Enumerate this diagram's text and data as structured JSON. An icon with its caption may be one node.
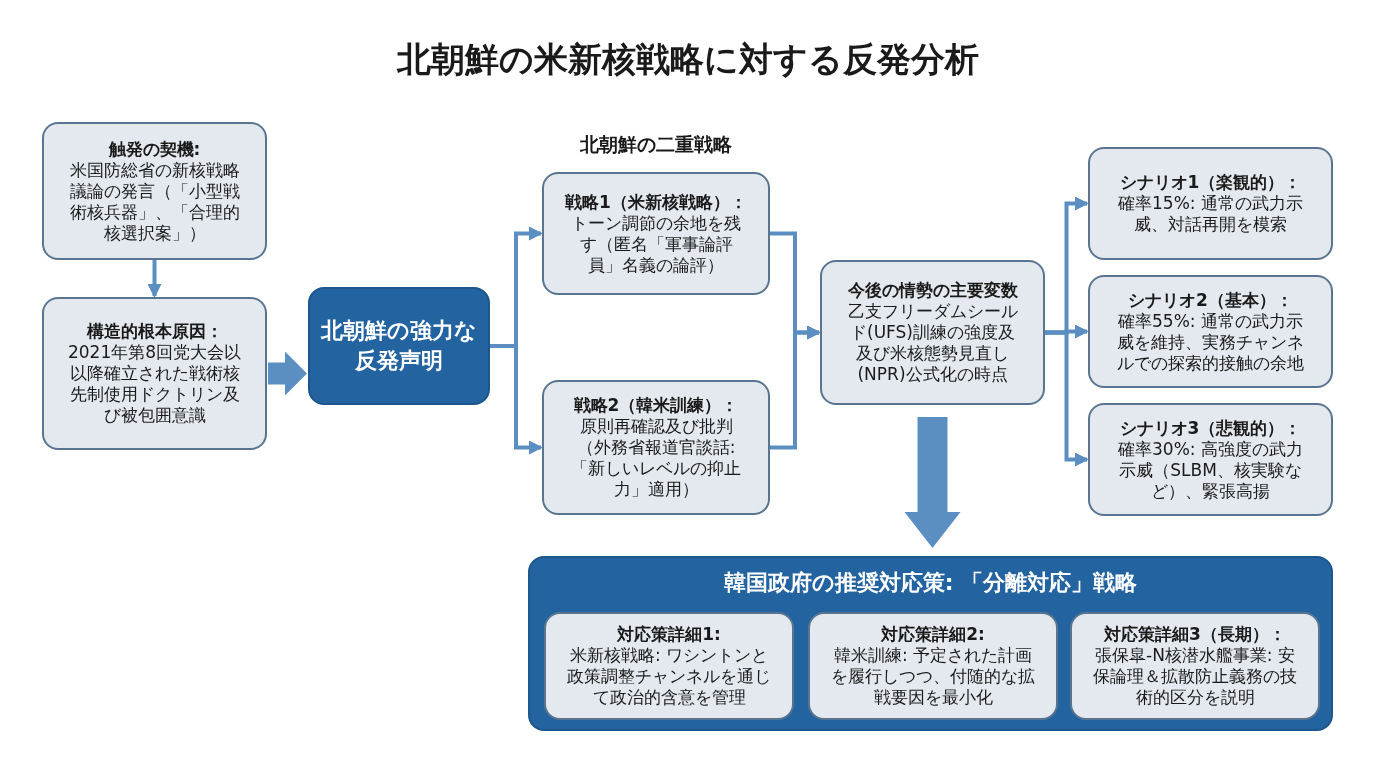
{
  "diagram": {
    "title": "北朝鮮の米新核戦略に対する反発分析",
    "nodes": [
      {
        "text": [
          "触発の契機:",
          "米国防総省の新核戦略議論の発言（「小型戦術核兵器」、「合理的核選択案」）"
        ]
      },
      {
        "text": [
          "構造的根本原因：",
          "2021年第8回党大会以以降確立された戦術核先制使用ドクトリン及び被包囲意識"
        ]
      },
      {
        "text": [
          "北朝鮮の強力な反発声明"
        ]
      },
      {
        "text": [
          "戦略1（米新核戦略）：",
          "トーン調節の余地を残す（匿名「軍事論評員」名義の論評）"
        ]
      },
      {
        "text": [
          "戦略2（韓米訓練）：",
          "原則再確認及び批判（外務省報道官談話:「新しいレベルの抑止力」適用）"
        ]
      },
      {
        "text": [
          "今後の情勢の主要変数",
          "乙支フリーダムシールド(UFS)訓練の強度及及び米核態勢見直し(NPR)公式化の時点"
        ]
      },
      {
        "text": [
          "シナリオ1（楽観的）：",
          "確率15%: 通常の武力示威、対話再開を模索"
        ]
      },
      {
        "text": [
          "シナリオ2（基本）：",
          "確率55%: 通常の武力示威を維持、実務チャンネルでの探索的接触の余地"
        ]
      },
      {
        "text": [
          "シナリオ3（悲観的）：",
          "確率30%: 高強度の武力示威（SLBM、核実験など）、緊張高揚"
        ]
      },
      {
        "text": [
          "韓国政府の推奨対応策: 「分離対応」戦略"
        ]
      },
      {
        "text": [
          "対応策詳細1:",
          "米新核戦略: ワシントンと政策調整チャンネルを通じて政治的含意を管理"
        ],
        "in": 9
      },
      {
        "text": [
          "対応策詳細2:",
          "韓米訓練: 予定された計画を履行しつつ、付随的な拡戦要因を最小化"
        ],
        "in": 9
      },
      {
        "text": [
          "対応策詳細3（長期）：",
          "張保皐-N核潜水艦事業: 安保論理＆拡散防止義務の技術的区分を説明"
        ],
        "in": 9
      }
    ],
    "edges": [
      {
        "from": 0,
        "to": 1,
        "arrow": "to"
      },
      {
        "from": 1,
        "to": 2,
        "arrow": "to",
        "style": "thick"
      },
      {
        "from": 2,
        "to": 3,
        "arrow": "to"
      },
      {
        "from": 2,
        "to": 4,
        "arrow": "to"
      },
      {
        "from": 3,
        "to": 5,
        "arrow": "to"
      },
      {
        "from": 4,
        "to": 5,
        "arrow": "to"
      },
      {
        "from": 5,
        "to": 6,
        "arrow": "to"
      },
      {
        "from": 5,
        "to": 7,
        "arrow": "to"
      },
      {
        "from": 5,
        "to": 8,
        "arrow": "to"
      },
      {
        "from": 5,
        "to": 9,
        "arrow": "to",
        "style": "thick"
      }
    ],
    "labels": [
      "北朝鮮の二重戦略"
    ]
  }
}
